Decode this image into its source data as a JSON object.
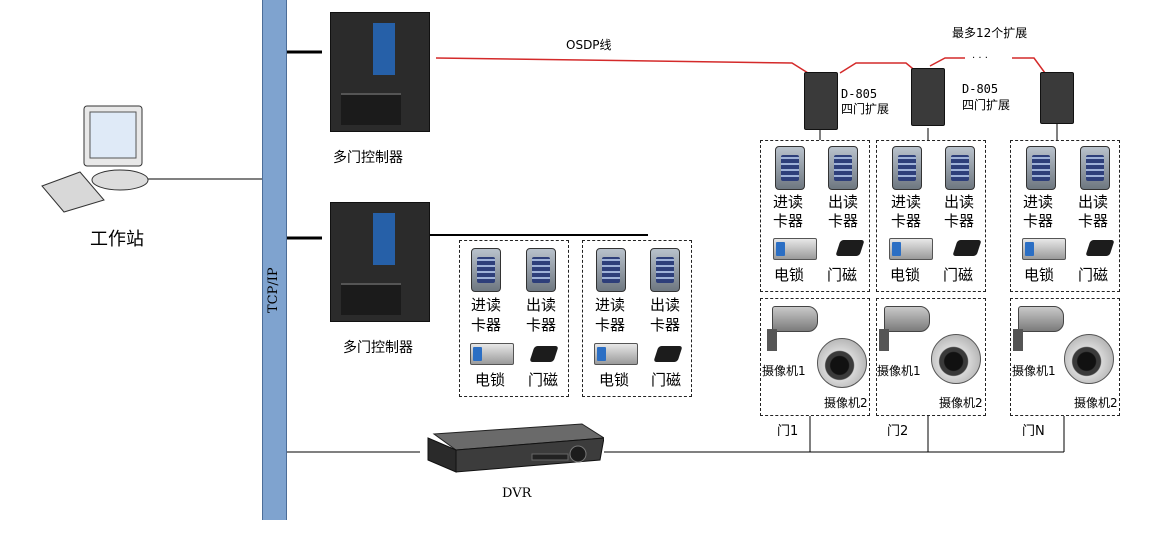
{
  "workstation": {
    "label": "工作站"
  },
  "bus": {
    "label": "TCP/IP"
  },
  "controllers": [
    {
      "label": "多门控制器"
    },
    {
      "label": "多门控制器"
    }
  ],
  "osdp": {
    "label": "OSDP线"
  },
  "expansion": {
    "max_label": "最多12个扩展",
    "dots": "· · ·"
  },
  "modules": [
    {
      "model": "D-805",
      "desc": "四门扩展"
    },
    {
      "model": "D-805",
      "desc": "四门扩展"
    }
  ],
  "device_labels": {
    "reader_in_1": "进读",
    "reader_in_2": "卡器",
    "reader_out_1": "出读",
    "reader_out_2": "卡器",
    "lock": "电锁",
    "magnet": "门磁",
    "camera1": "摄像机1",
    "camera2": "摄像机2"
  },
  "doors": [
    "门1",
    "门2",
    "门N"
  ],
  "dvr": {
    "label": "DVR"
  },
  "colors": {
    "bus": "#7fa3cf",
    "osdp": "#d42a2a",
    "line": "#000000"
  }
}
